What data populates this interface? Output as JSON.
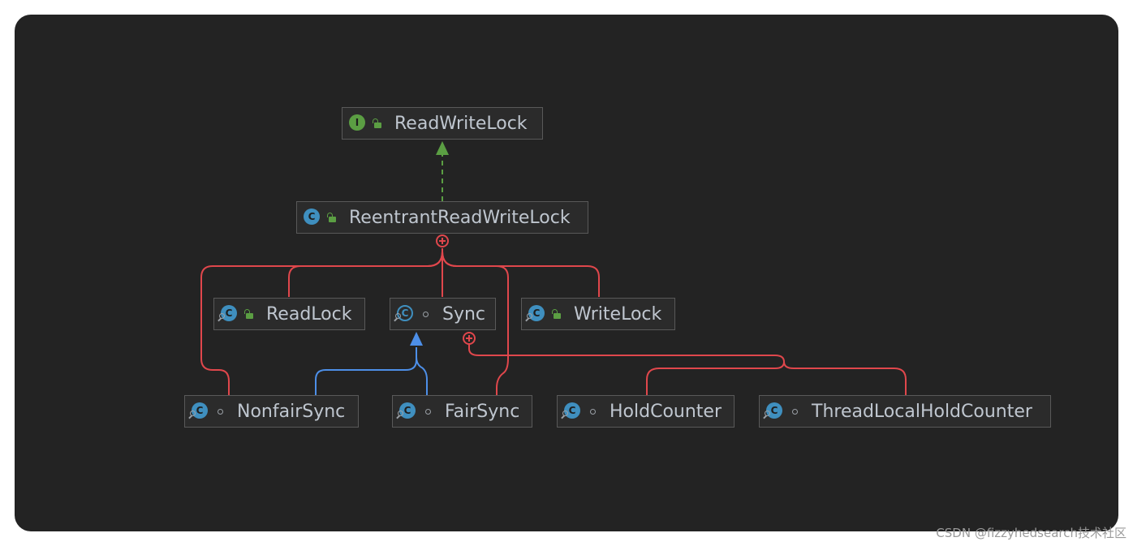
{
  "nodes": {
    "readwritelock": {
      "label": "ReadWriteLock",
      "kind": "interface",
      "badge": "I",
      "visibility": "public"
    },
    "reentrant": {
      "label": "ReentrantReadWriteLock",
      "kind": "class",
      "badge": "C",
      "visibility": "public"
    },
    "readlock": {
      "label": "ReadLock",
      "kind": "nested-class",
      "badge": "C",
      "visibility": "public"
    },
    "sync": {
      "label": "Sync",
      "kind": "abstract-nested-class",
      "badge": "C",
      "visibility": "package"
    },
    "writelock": {
      "label": "WriteLock",
      "kind": "nested-class",
      "badge": "C",
      "visibility": "public"
    },
    "nonfairsync": {
      "label": "NonfairSync",
      "kind": "nested-class",
      "badge": "C",
      "visibility": "package"
    },
    "fairsync": {
      "label": "FairSync",
      "kind": "nested-class",
      "badge": "C",
      "visibility": "package"
    },
    "holdcounter": {
      "label": "HoldCounter",
      "kind": "nested-class",
      "badge": "C",
      "visibility": "package"
    },
    "threadlocal": {
      "label": "ThreadLocalHoldCounter",
      "kind": "nested-class",
      "badge": "C",
      "visibility": "package"
    }
  },
  "edges": [
    {
      "from": "reentrant",
      "to": "readwritelock",
      "type": "implements",
      "color": "#5b9e43"
    },
    {
      "from": "nonfairsync",
      "to": "sync",
      "type": "extends",
      "color": "#4d8fe8"
    },
    {
      "from": "fairsync",
      "to": "sync",
      "type": "extends",
      "color": "#4d8fe8"
    },
    {
      "from": "reentrant",
      "to": "readlock",
      "type": "inner",
      "color": "#e0474c"
    },
    {
      "from": "reentrant",
      "to": "sync",
      "type": "inner",
      "color": "#e0474c"
    },
    {
      "from": "reentrant",
      "to": "writelock",
      "type": "inner",
      "color": "#e0474c"
    },
    {
      "from": "reentrant",
      "to": "nonfairsync",
      "type": "inner",
      "color": "#e0474c"
    },
    {
      "from": "reentrant",
      "to": "fairsync",
      "type": "inner",
      "color": "#e0474c"
    },
    {
      "from": "sync",
      "to": "holdcounter",
      "type": "inner",
      "color": "#e0474c"
    },
    {
      "from": "sync",
      "to": "threadlocal",
      "type": "inner",
      "color": "#e0474c"
    }
  ],
  "colors": {
    "background": "#232323",
    "node_fill": "#2b2b2b",
    "node_border": "#595959",
    "text": "#bfc6cf"
  },
  "watermark": "CSDN @fizzyhedsearch技术社区"
}
